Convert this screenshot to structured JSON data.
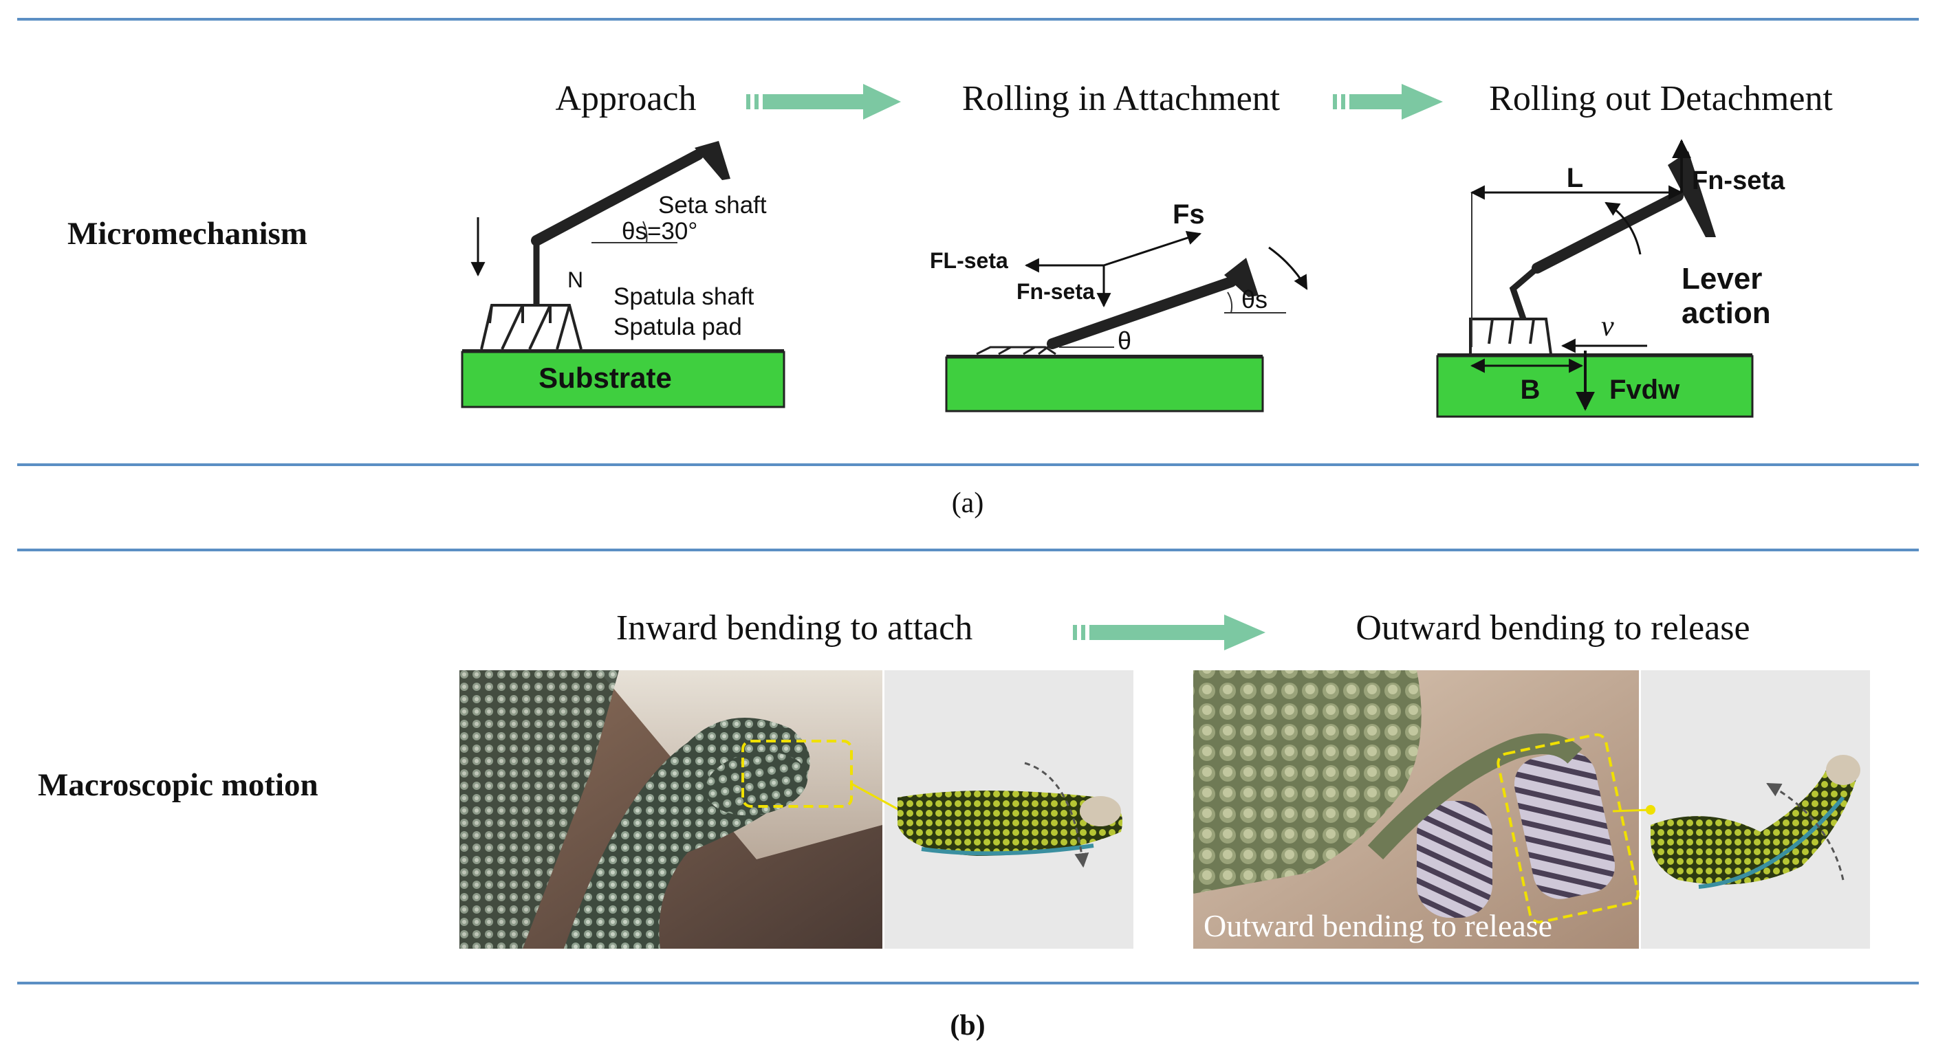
{
  "colors": {
    "rule": "#5b8fc4",
    "arrow": "#7cc8a2",
    "substrate": "#3fcf3f",
    "highlight": "#f0e000"
  },
  "panel_a": {
    "row_label": "Micromechanism",
    "caption": "(a)",
    "stages": [
      "Approach",
      "Rolling in Attachment",
      "Rolling out Detachment"
    ],
    "approach": {
      "seta_shaft": "Seta shaft",
      "angle": "θs=30°",
      "normal": "N",
      "spatula_shaft": "Spatula shaft",
      "spatula_pad": "Spatula pad",
      "substrate": "Substrate"
    },
    "attachment": {
      "fs": "Fs",
      "fl_seta": "FL-seta",
      "fn_seta": "Fn-seta",
      "theta_s": "θs",
      "theta": "θ"
    },
    "detachment": {
      "length": "L",
      "fn_seta": "Fn-seta",
      "lever": "Lever",
      "action": "action",
      "velocity": "v",
      "base": "B",
      "fvdw": "Fvdw"
    }
  },
  "panel_b": {
    "row_label": "Macroscopic motion",
    "caption": "(b)",
    "stages": [
      "Inward bending to attach",
      "Outward bending to release"
    ],
    "photo_overlay": "Outward bending to release"
  }
}
